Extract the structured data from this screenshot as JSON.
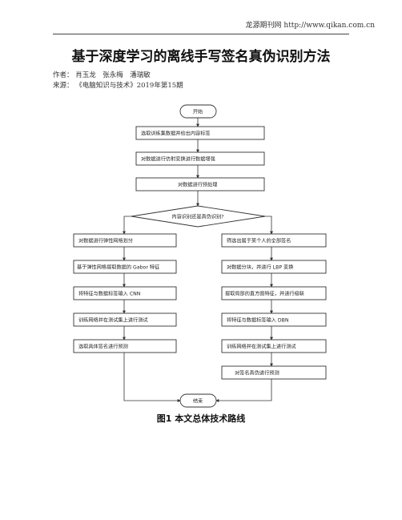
{
  "header": {
    "source": "龙源期刊网 http://www.qikan.com.cn"
  },
  "article": {
    "title": "基于深度学习的离线手写签名真伪识别方法",
    "authors": "作者： 肖玉龙　张永梅　潘瑞敏",
    "source": "来源： 《电脑知识与技术》2019年第15期"
  },
  "figure": {
    "caption": "图1  本文总体技术路线",
    "nodes": {
      "start": "开始",
      "s1": "选取训练集数据并给出内容标签",
      "s2": "对数据进行仿射变换进行数据增强",
      "s3": "对数据进行预处理",
      "decision": "内容识别还是真伪识别?",
      "l1": "对数据进行弹性网格划分",
      "l2": "基于弹性网格提取数据的 Gabor 特征",
      "l3": "将特征与数据标签输入 CNN",
      "l4": "训练网络并在测试集上进行测试",
      "l5": "选取具体签名进行预测",
      "r1": "筛选出属于某个人的全部签名",
      "r2": "对数据分块，并进行 LBP 变换",
      "r3": "提取局部的直方图特征，并进行级联",
      "r4": "将特征与数据标签输入 DBN",
      "r5": "训练网络并在测试集上进行测试",
      "r6": "对签名真伪进行预测",
      "end": "结束"
    }
  }
}
